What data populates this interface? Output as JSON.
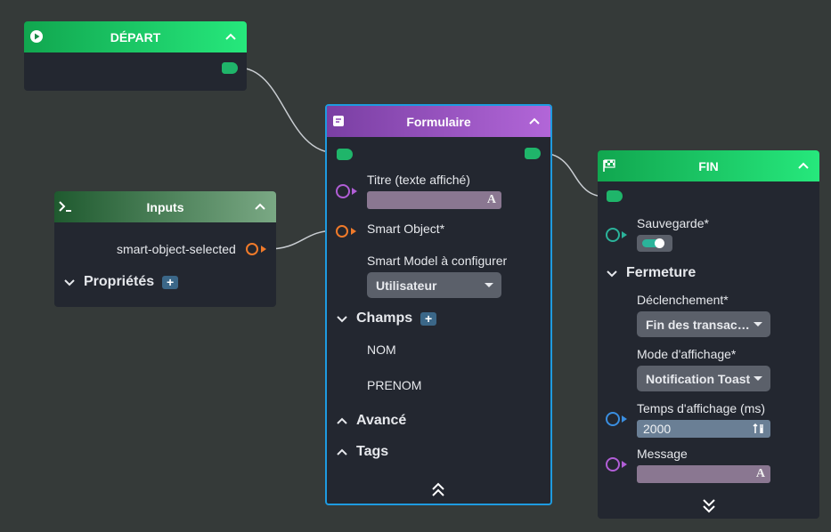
{
  "colors": {
    "flow_port": "#1fb56a",
    "depart_header": [
      "#11a64f",
      "#26e87c"
    ],
    "fin_header": [
      "#11a64f",
      "#26e87c"
    ],
    "formulaire_header": [
      "#7a3fa3",
      "#b266d8"
    ],
    "inputs_header": [
      "#1f5a2f",
      "#7aa884"
    ],
    "purple_port": "#b15ed6",
    "orange_port": "#f07a2a",
    "teal_port": "#2bb39a",
    "blue_port": "#3a8ee0",
    "selected_border": "#1e9be0"
  },
  "depart": {
    "title": "DÉPART",
    "icon": "play-circle-icon"
  },
  "inputs": {
    "title": "Inputs",
    "icon": "terminal-icon",
    "output_label": "smart-object-selected",
    "section_properties": "Propriétés",
    "add_label": "+"
  },
  "formulaire": {
    "title": "Formulaire",
    "icon": "form-icon",
    "titre_label": "Titre (texte affiché)",
    "smart_object_label": "Smart Object*",
    "smart_model_label": "Smart Model à configurer",
    "smart_model_value": "Utilisateur",
    "section_champs": "Champs",
    "add_label": "+",
    "fields": [
      "NOM",
      "PRENOM"
    ],
    "section_avance": "Avancé",
    "section_tags": "Tags",
    "text_icon": "A"
  },
  "fin": {
    "title": "FIN",
    "icon": "checkered-flag-icon",
    "sauvegarde_label": "Sauvegarde*",
    "sauvegarde_on": true,
    "section_fermeture": "Fermeture",
    "declenchement_label": "Déclenchement*",
    "declenchement_value": "Fin des transac…",
    "mode_label": "Mode d'affichage*",
    "mode_value": "Notification Toast",
    "temps_label": "Temps d'affichage (ms)",
    "temps_value": "2000",
    "message_label": "Message",
    "text_icon": "A"
  }
}
